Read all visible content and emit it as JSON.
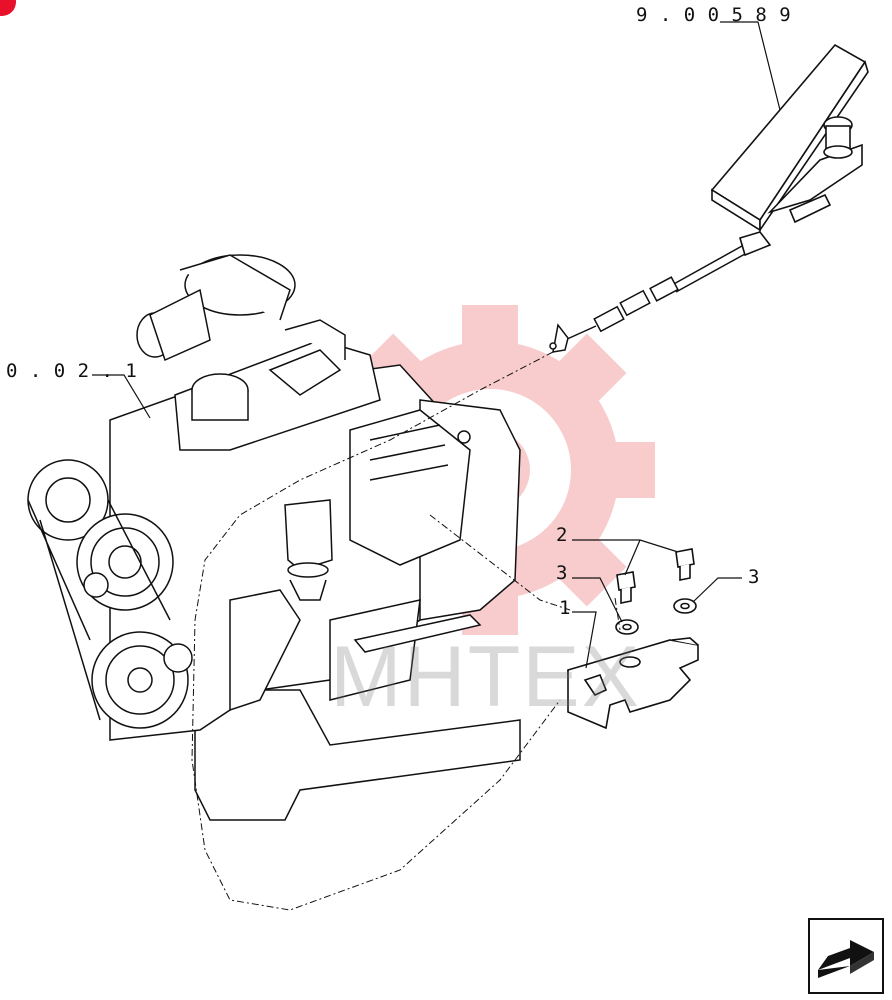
{
  "callouts": {
    "ref_top": "9 . 0 0 5 8 9",
    "ref_left": "0 . 0 2 . 1",
    "item_1": "1",
    "item_2": "2",
    "item_3a": "3",
    "item_3b": "3"
  },
  "watermark": {
    "text": "MHTEX",
    "gear_color": "#f6b0b0"
  },
  "colors": {
    "line": "#111111",
    "accent": "#e8102a"
  },
  "nav": {
    "icon": "next-page-arrow-icon"
  }
}
